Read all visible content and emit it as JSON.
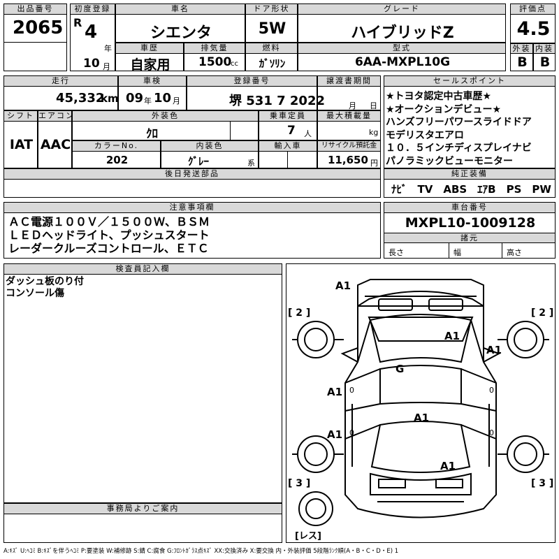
{
  "headers": {
    "lot_no": "出品番号",
    "first_reg": "初度登録",
    "car_name": "車名",
    "door": "ドア形状",
    "grade": "グレード",
    "score": "評価点",
    "history": "車歴",
    "displacement": "排気量",
    "fuel": "燃料",
    "model_code": "型式",
    "exterior": "外装",
    "interior": "内装",
    "mileage": "走行",
    "inspection": "車検",
    "registration": "登録番号",
    "transfer_doc": "譲渡書期間",
    "sales_points": "セールスポイント",
    "shift": "シフト",
    "aircon": "エアコン",
    "ext_color": "外装色",
    "capacity": "乗車定員",
    "max_load": "最大積載量",
    "color_no": "カラーNo.",
    "int_color": "内装色",
    "import": "輸入車",
    "recycle": "リサイクル預託金",
    "later_parts": "後日発送部品",
    "genuine": "純正装備",
    "notes": "注意事項欄",
    "chassis": "車台番号",
    "dimensions": "諸元",
    "inspector": "検査員記入欄",
    "office": "事務局よりご案内"
  },
  "lot_no": "2065",
  "first_reg": {
    "era": "R",
    "year": "4",
    "year_unit": "年",
    "month": "10",
    "month_unit": "月"
  },
  "car_name": "シエンタ",
  "door": "5W",
  "grade": "ハイブリッドZ",
  "score": "4.5",
  "history": "自家用",
  "displacement": "1500",
  "displacement_unit": "cc",
  "fuel": "ｶﾞｿﾘﾝ",
  "model_code": "6AA-MXPL10G",
  "exterior_grade": "B",
  "interior_grade": "B",
  "mileage": "45,332",
  "mileage_unit": "km",
  "inspection": {
    "year": "09",
    "year_unit": "年",
    "month": "10",
    "month_unit": "月"
  },
  "registration": "堺 531 7 2022",
  "transfer": {
    "month_unit": "月",
    "day_unit": "日"
  },
  "sales_points": [
    "★トヨタ認定中古車歴★",
    "★オークションデビュー★",
    "ハンズフリーパワースライドドア",
    "モデリスタエアロ",
    "１０．５インチディスプレイナビ",
    "パノラミックビューモニター"
  ],
  "shift": "IAT",
  "aircon": "AAC",
  "ext_color": "ｸﾛ",
  "capacity": "7",
  "capacity_unit": "人",
  "max_load_unit": "kg",
  "color_no": "202",
  "int_color": "ｸﾞﾚｰ",
  "int_color_unit": "系",
  "recycle": "11,650",
  "recycle_unit": "円",
  "genuine": "ﾅﾋﾞ　TV　ABS　ｴｱB　PS　PW",
  "notes": [
    "ＡＣ電源１００Ｖ／１５００Ｗ、ＢＳＭ",
    "ＬＥＤヘッドライト、プッシュスタート",
    "レーダークルーズコントロール、ＥＴＣ"
  ],
  "chassis": "MXPL10-1009128",
  "dims": {
    "length": "長さ",
    "width": "幅",
    "height": "高さ"
  },
  "inspector_notes": [
    "ダッシュ板のり付",
    "コンソール傷"
  ],
  "diagram": {
    "marks": [
      "A1",
      "A1",
      "A1",
      "G",
      "A1",
      "A1",
      "A1",
      "A1"
    ],
    "tire_zero": "0",
    "tires": [
      "[ 2 ]",
      "[ 2 ]",
      "[ 3 ]",
      "[ 3 ]",
      "[レス]"
    ]
  },
  "legend": "A:ｷｽﾞ U:ﾍｺﾐ B:ｷｽﾞを伴うﾍｺﾐ P:要塗装 W:補修跡 S:錆 C:腐食 G:ﾌﾛﾝﾄｶﾞﾗｽ点ｷｽﾞ XX:交換済み X:要交換 内・外装評価 5段階ﾗﾝｸ順(A・B・C・D・E) 1"
}
